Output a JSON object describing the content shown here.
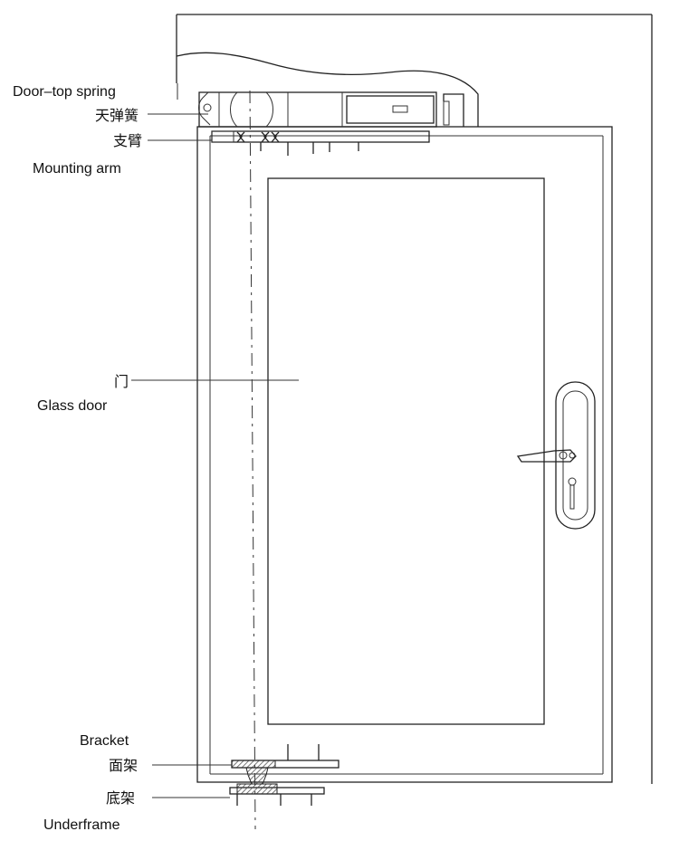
{
  "labels": {
    "door_top_spring_en": "Door–top spring",
    "door_top_spring_zh": "天弹簧",
    "mounting_arm_zh": "支臂",
    "mounting_arm_en": "Mounting arm",
    "door_zh": "门",
    "door_en": "Glass door",
    "bracket_en": "Bracket",
    "bracket_zh": "面架",
    "underframe_zh": "底架",
    "underframe_en": "Underframe"
  },
  "colors": {
    "line": "#222222",
    "hatch": "#555555",
    "background": "#ffffff"
  }
}
